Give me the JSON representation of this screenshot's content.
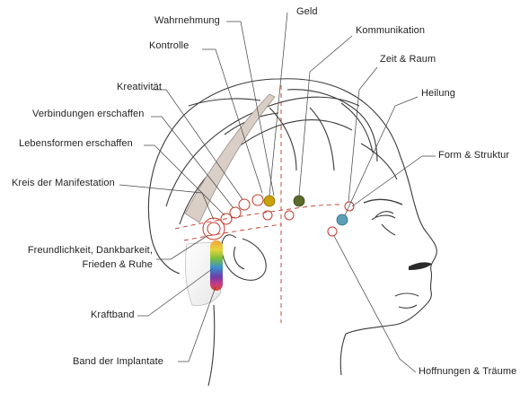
{
  "labels": {
    "wahrnehmung": "Wahrnehmung",
    "geld": "Geld",
    "kommunikation": "Kommunikation",
    "kontrolle": "Kontrolle",
    "zeit_raum": "Zeit & Raum",
    "kreativitaet": "Kreativität",
    "heilung": "Heilung",
    "verbindungen": "Verbindungen erschaffen",
    "lebensformen": "Lebensformen erschaffen",
    "form_struktur": "Form & Struktur",
    "kreis": "Kreis der Manifestation",
    "freundlichkeit_1": "Freundlichkeit, Dankbarkeit,",
    "freundlichkeit_2": "Frieden & Ruhe",
    "kraftband": "Kraftband",
    "implantate": "Band der Implantate",
    "hoffnungen": "Hoffnungen & Träume"
  },
  "colors": {
    "line": "#444444",
    "marker_red": "#c0392b",
    "point_gold": "#c9a10a",
    "point_olive": "#5b6b2a",
    "point_teal": "#5a9fb5",
    "band_fill": "#d9cfc7"
  }
}
